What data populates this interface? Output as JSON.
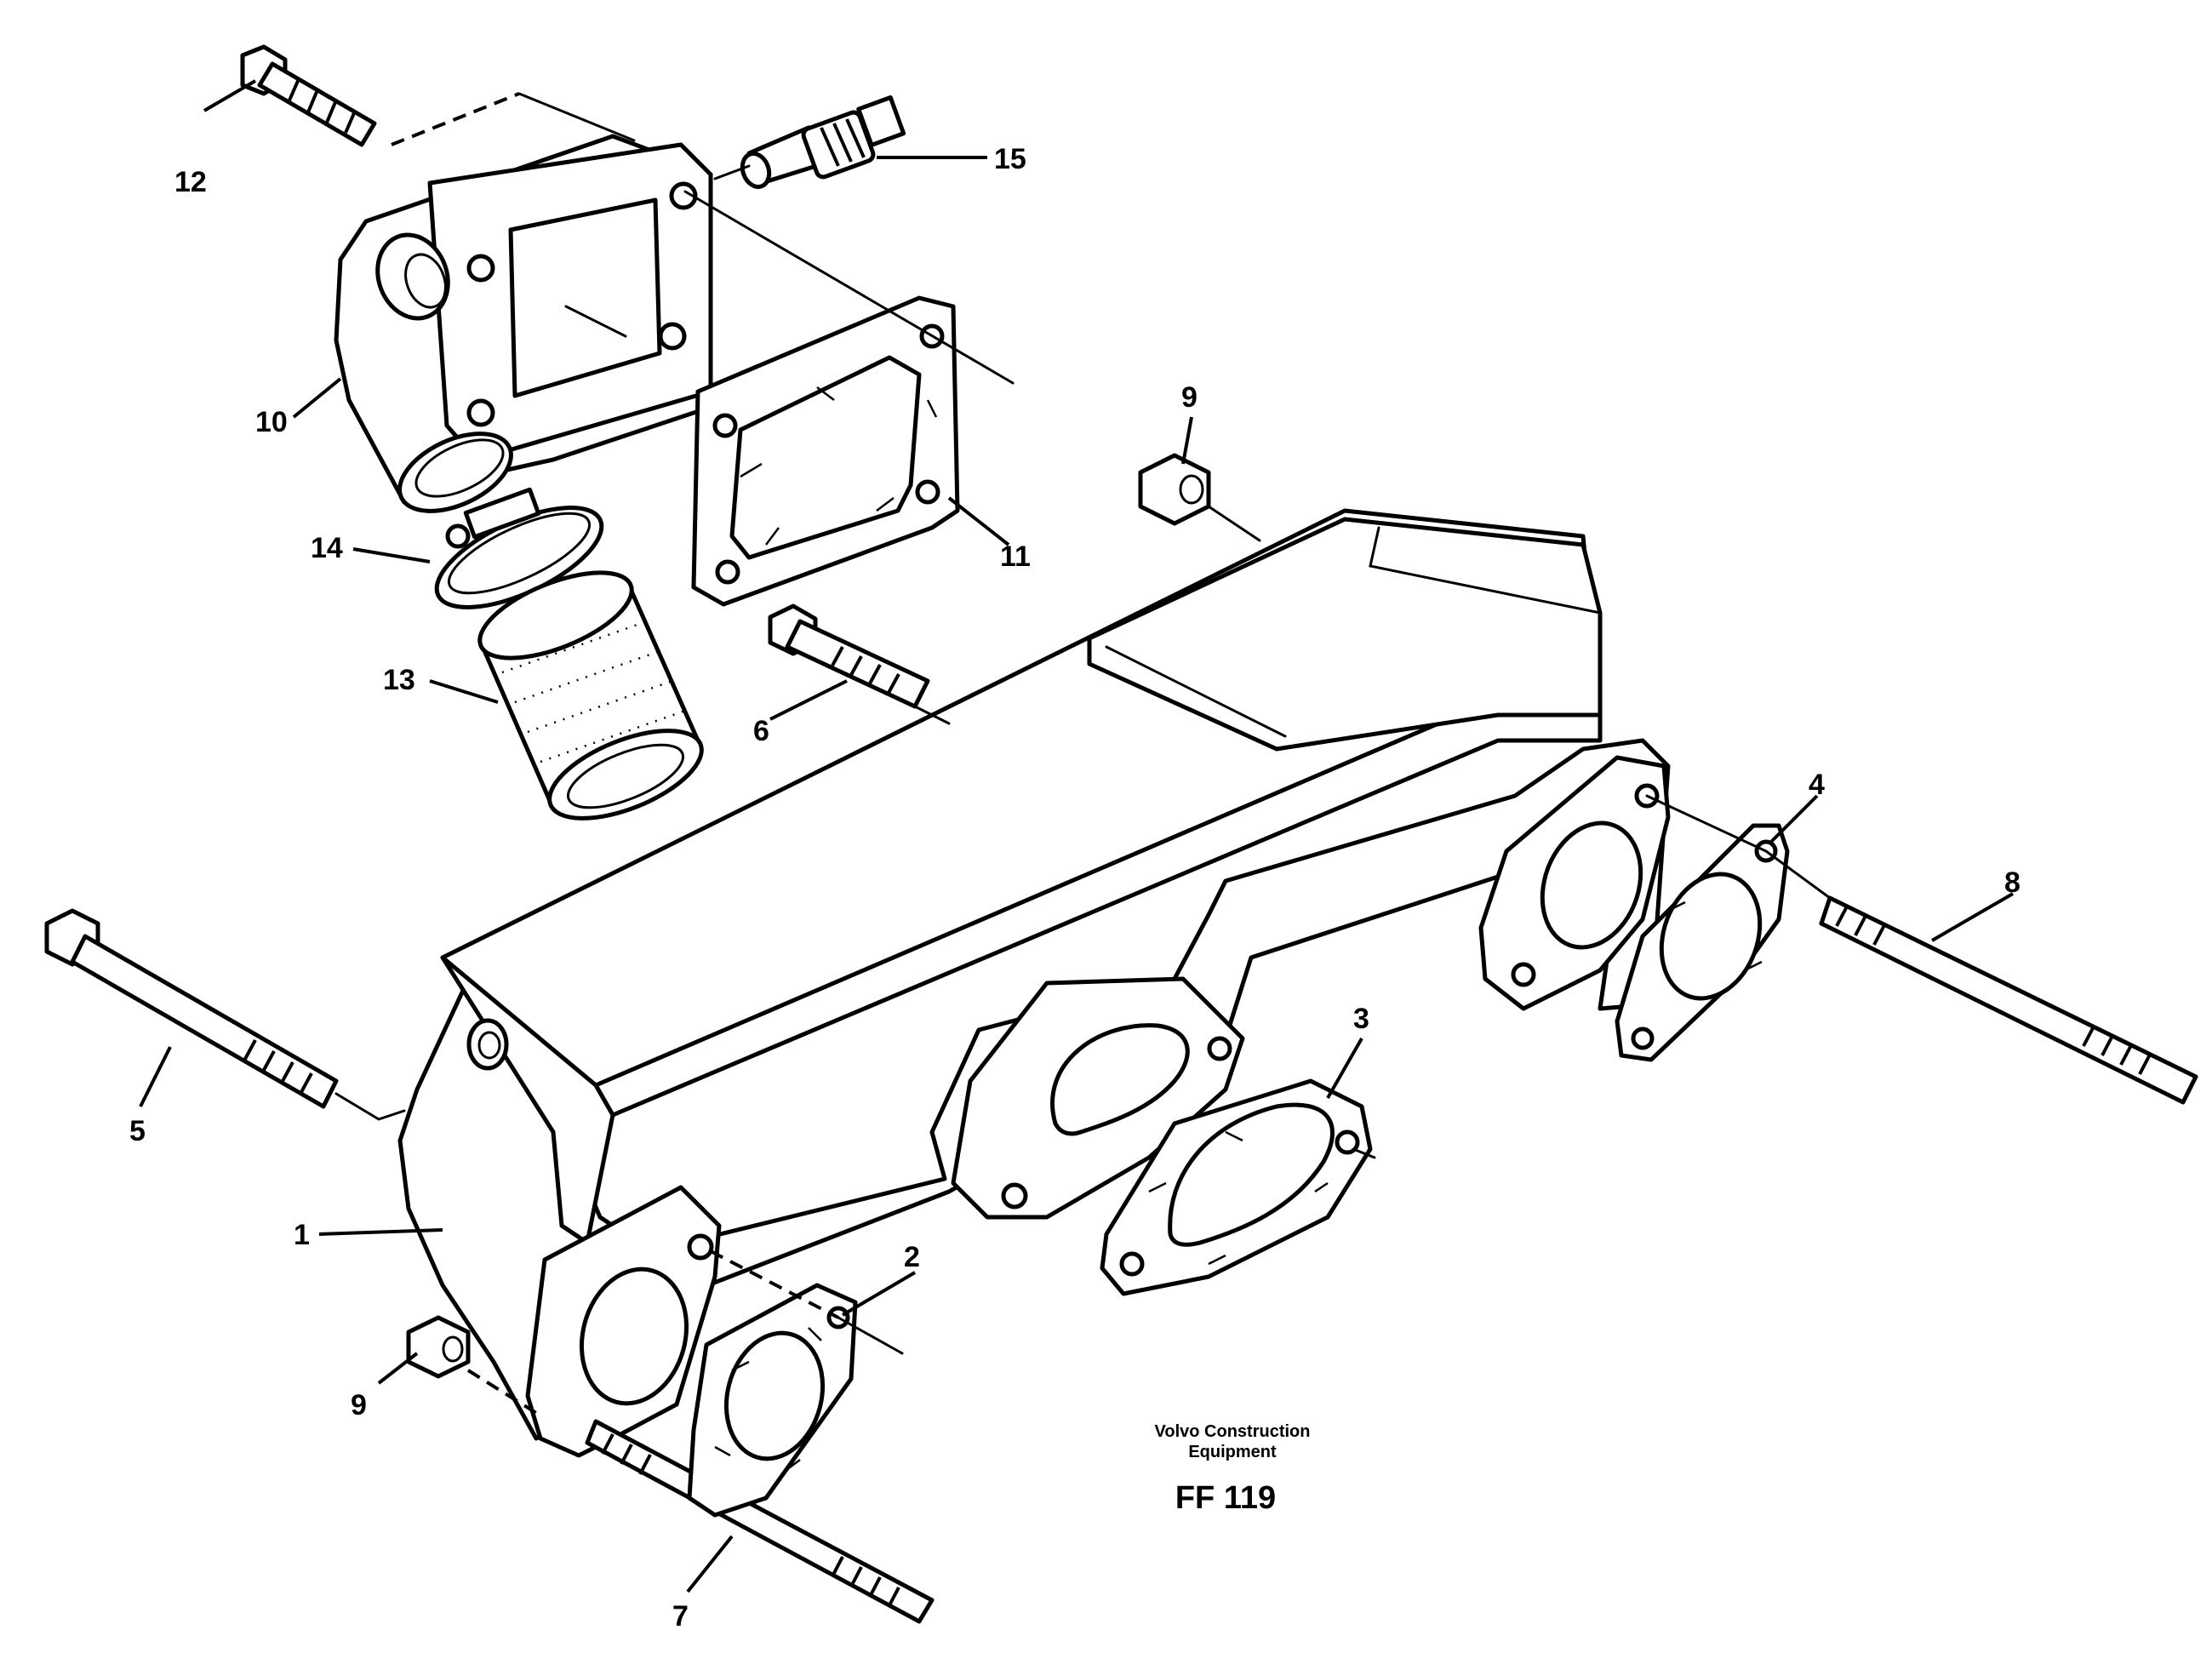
{
  "diagram": {
    "callouts": {
      "c1": "1",
      "c2": "2",
      "c3": "3",
      "c4": "4",
      "c5": "5",
      "c6": "6",
      "c7": "7",
      "c8": "8",
      "c9a": "9",
      "c9b": "9",
      "c10": "10",
      "c11": "11",
      "c12": "12",
      "c13": "13",
      "c14": "14",
      "c15": "15"
    },
    "caption": {
      "line1": "Volvo Construction",
      "line2": "Equipment",
      "code": "FF 119"
    },
    "parts": [
      "exhaust-manifold",
      "gasket",
      "stud",
      "bolt",
      "nut",
      "outlet-elbow",
      "hose",
      "hose-clamp",
      "sender"
    ]
  }
}
